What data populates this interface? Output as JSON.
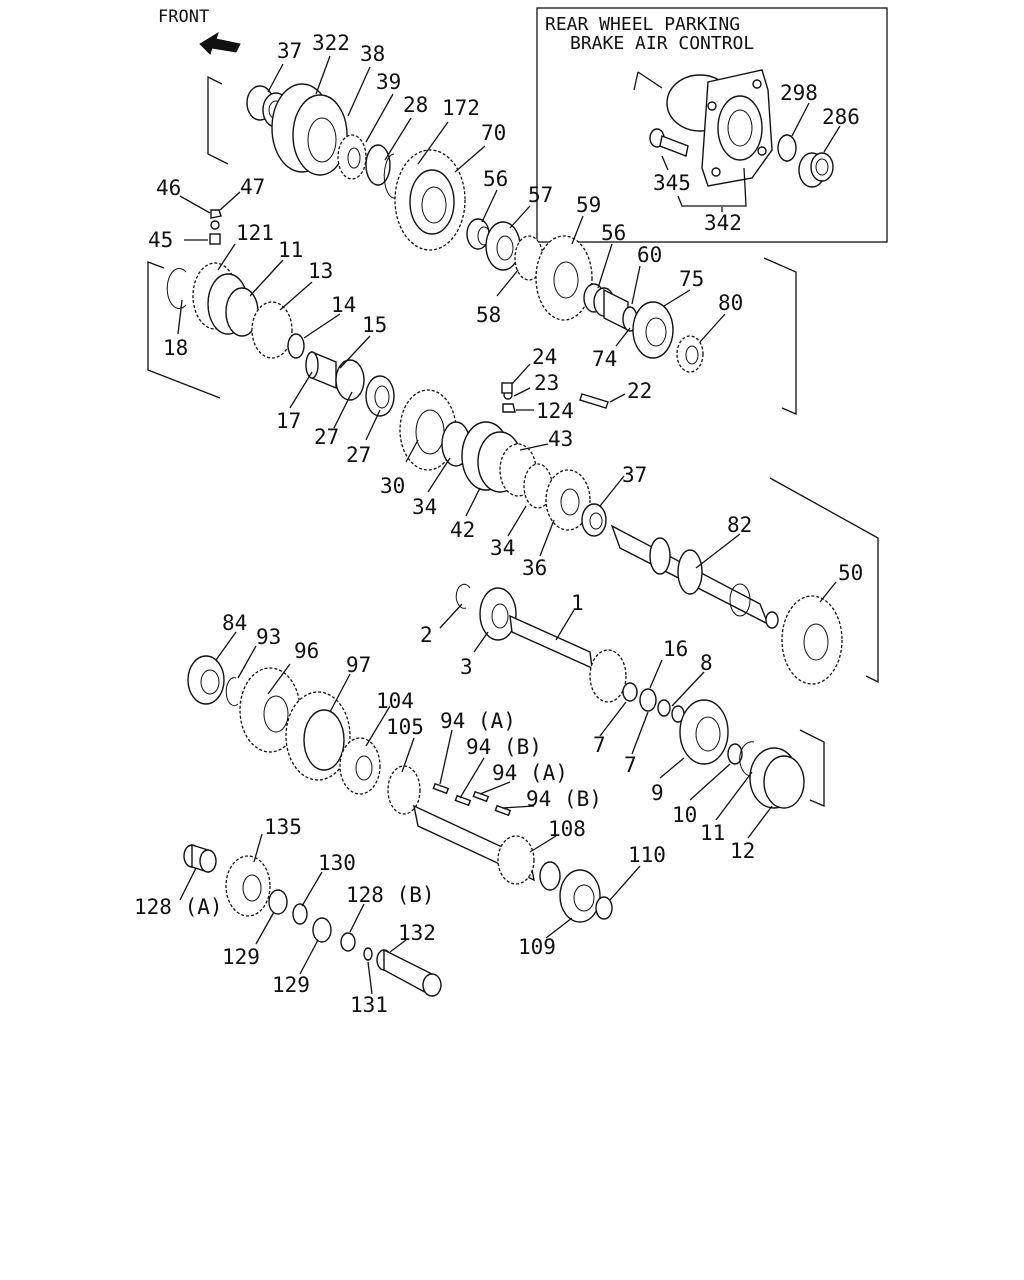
{
  "front_label": "FRONT",
  "inset_box": {
    "title_line1": "REAR WHEEL PARKING",
    "title_line2": "BRAKE AIR CONTROL"
  },
  "callouts": {
    "c37a": "37",
    "c322": "322",
    "c38": "38",
    "c39": "39",
    "c28": "28",
    "c172": "172",
    "c70": "70",
    "c46": "46",
    "c47": "47",
    "c45": "45",
    "c121": "121",
    "c11a": "11",
    "c13": "13",
    "c14": "14",
    "c15": "15",
    "c18": "18",
    "c17": "17",
    "c27a": "27",
    "c27b": "27",
    "c56a": "56",
    "c57": "57",
    "c59": "59",
    "c56b": "56",
    "c60": "60",
    "c75": "75",
    "c80": "80",
    "c58": "58",
    "c74": "74",
    "c24": "24",
    "c23": "23",
    "c22": "22",
    "c124": "124",
    "c43": "43",
    "c30": "30",
    "c34a": "34",
    "c42": "42",
    "c34b": "34",
    "c36": "36",
    "c37b": "37",
    "c82": "82",
    "c50": "50",
    "c298": "298",
    "c286": "286",
    "c345": "345",
    "c342": "342",
    "c1": "1",
    "c2": "2",
    "c3": "3",
    "c16": "16",
    "c8": "8",
    "c7a": "7",
    "c7b": "7",
    "c9": "9",
    "c10": "10",
    "c11b": "11",
    "c12": "12",
    "c84": "84",
    "c93": "93",
    "c96": "96",
    "c97": "97",
    "c104": "104",
    "c105": "105",
    "c94a1": "94 (A)",
    "c94b1": "94 (B)",
    "c94a2": "94 (A)",
    "c94b2": "94 (B)",
    "c108": "108",
    "c110": "110",
    "c109": "109",
    "c135": "135",
    "c130": "130",
    "c128a": "128 (A)",
    "c128b": "128 (B)",
    "c129a": "129",
    "c129b": "129",
    "c132": "132",
    "c131": "131"
  }
}
